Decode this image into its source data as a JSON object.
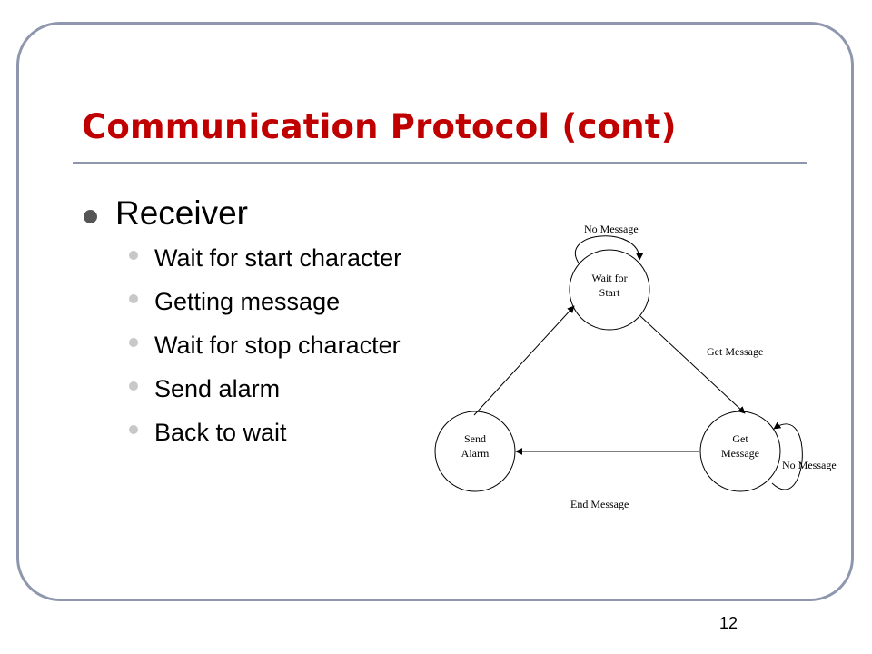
{
  "slide": {
    "title": "Communication Protocol (cont)",
    "page_number": "12"
  },
  "content": {
    "heading": "Receiver",
    "items": [
      "Wait for start character",
      "Getting message",
      "Wait for stop character",
      "Send alarm",
      "Back to wait"
    ]
  },
  "diagram": {
    "states": {
      "wait_line1": "Wait for",
      "wait_line2": "Start",
      "get_line1": "Get",
      "get_line2": "Message",
      "send_line1": "Send",
      "send_line2": "Alarm"
    },
    "transitions": {
      "no_message_top": "No Message",
      "get_message": "Get Message",
      "no_message_right": "No Message",
      "end_message": "End Message"
    }
  },
  "colors": {
    "title": "#c00000",
    "frame": "#8e97ad"
  }
}
